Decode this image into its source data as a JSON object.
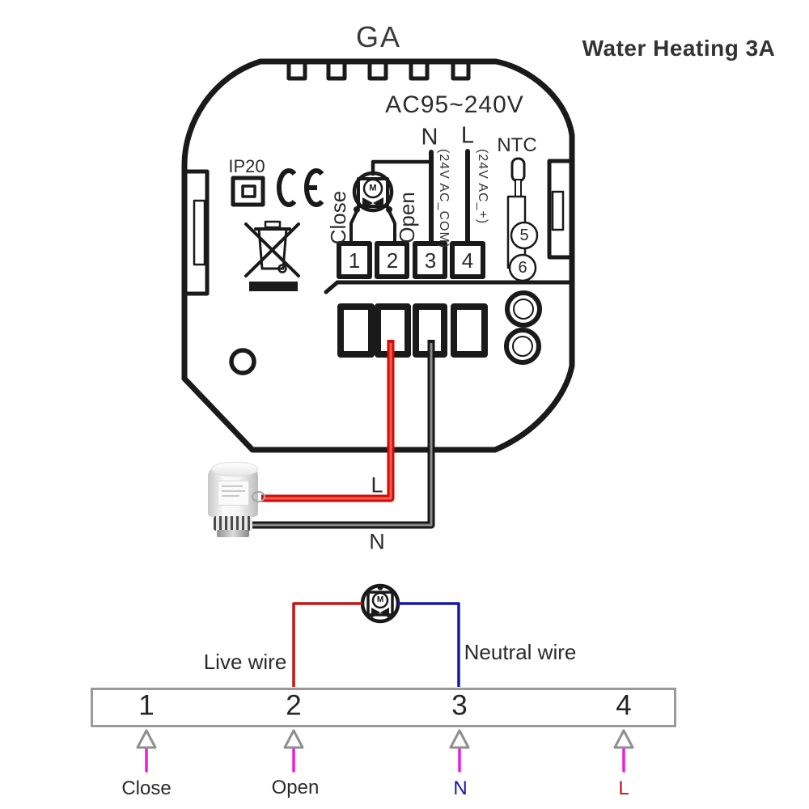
{
  "header": {
    "model": "GA",
    "product_label": "Water Heating 3A"
  },
  "backplate": {
    "voltage": "AC95~240V",
    "neutral": "N",
    "live": "L",
    "neutral_sub": "(24V AC_COM)",
    "live_sub": "(24V AC_+)",
    "ntc": "NTC",
    "close": "Close",
    "open": "Open",
    "motor": "M",
    "ip_rating": "IP20",
    "terminals": [
      "1",
      "2",
      "3",
      "4"
    ],
    "ntc_terminals": [
      "5",
      "6"
    ]
  },
  "actuator_wiring": {
    "live": "L",
    "neutral": "N",
    "motor": "M"
  },
  "bottom_diagram": {
    "live_wire": "Live wire",
    "neutral_wire": "Neutral wire",
    "terminals": [
      "1",
      "2",
      "3",
      "4"
    ],
    "labels": [
      {
        "text": "Close",
        "color": "#2b2b2b"
      },
      {
        "text": "Open",
        "color": "#2b2b2b"
      },
      {
        "text": "N",
        "color": "#1616ae"
      },
      {
        "text": "L",
        "color": "#c21414"
      }
    ]
  },
  "colors": {
    "ink": "#1a1a1a",
    "wire_red": "#cf0d08",
    "wire_red_core": "#ff5a4e",
    "wire_black": "#181818",
    "wire_black_core": "#8d8d8d",
    "red": "#c21414",
    "blue": "#1616ae",
    "arrow_stem": "#ea1ce4",
    "arrow_head": "#8f8f8f",
    "strip_border": "#9a9a9a"
  }
}
